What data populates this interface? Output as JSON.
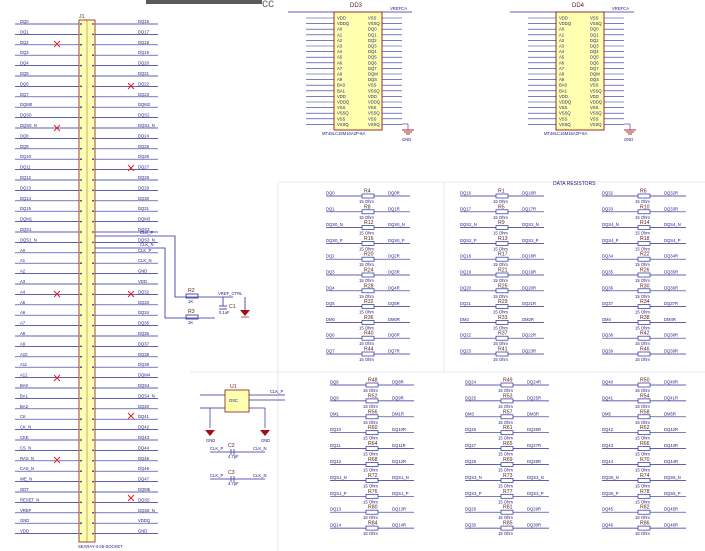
{
  "title_bar": {
    "partial_text": "cc"
  },
  "colors": {
    "wire": "#2a2a9a",
    "part_fill": "#ffffb0",
    "part_outline": "#8b1a1a",
    "no_connect": "#e02020",
    "gnd": "#a01010",
    "background": "#ffffff"
  },
  "connector": {
    "ref": "J1",
    "part": "SEARAY-4-25-SOCKET"
  },
  "memories": [
    {
      "ref": "DD3",
      "part": "MT48LC16M16A2P-6A",
      "vref": "VREFCA",
      "gnd": "GND"
    },
    {
      "ref": "DD4",
      "part": "MT48LC16M16A2P-6A",
      "vref": "VREFCA",
      "gnd": "GND"
    }
  ],
  "osc": {
    "ref": "U1",
    "part": "OSC",
    "gnd_label": "GND"
  },
  "section_title": "DATA RESISTORS",
  "resistor_value": "15 Ohm",
  "left_nets": [
    "DQ0",
    "DQ1",
    "DQ2",
    "DQ3",
    "DQ4",
    "DQ5",
    "DQ6",
    "DQ7",
    "DQM0",
    "DQS0",
    "DQS0_N",
    "DQ8",
    "DQ9",
    "DQ10",
    "DQ11",
    "DQ12",
    "DQ13",
    "DQ14",
    "DQ15",
    "DQM1",
    "DQS1",
    "DQS1_N",
    "A0",
    "A1",
    "A2",
    "A3",
    "A4",
    "A5",
    "A6",
    "A7",
    "A8",
    "A9",
    "A10",
    "A11",
    "A12",
    "BA0",
    "BA1",
    "BA2",
    "CK",
    "CK_N",
    "CKE",
    "CS_N",
    "RAS_N",
    "CAS_N",
    "WE_N",
    "ODT",
    "RESET_N",
    "VREF",
    "GND",
    "VDD"
  ],
  "right_nets": [
    "DQ16",
    "DQ17",
    "DQ18",
    "DQ19",
    "DQ20",
    "DQ21",
    "DQ22",
    "DQ23",
    "DQM2",
    "DQS2",
    "DQS2_N",
    "DQ24",
    "DQ25",
    "DQ26",
    "DQ27",
    "DQ28",
    "DQ29",
    "DQ30",
    "DQ31",
    "DQM3",
    "DQS3",
    "DQS3_N",
    "CLK_P",
    "CLK_N",
    "GND",
    "VDD",
    "DQ32",
    "DQ33",
    "DQ34",
    "DQ35",
    "DQ36",
    "DQ37",
    "DQ38",
    "DQ39",
    "DQM4",
    "DQS4",
    "DQS4_N",
    "DQ40",
    "DQ41",
    "DQ42",
    "DQ43",
    "DQ44",
    "DQ45",
    "DQ46",
    "DQ47",
    "DQM5",
    "DQS5",
    "DQS5_N",
    "VDDQ",
    "GND"
  ],
  "mem_pins_left": [
    "VDD",
    "VDDQ",
    "A0",
    "A1",
    "A2",
    "A3",
    "A4",
    "A5",
    "A6",
    "A7",
    "A8",
    "A9",
    "BA0",
    "BA1",
    "VDD",
    "VDDQ",
    "VSS",
    "VSSQ",
    "VSS",
    "VSSQ"
  ],
  "mem_pins_right": [
    "VSS",
    "VSSQ",
    "DQ0",
    "DQ1",
    "DQ2",
    "DQ3",
    "DQ4",
    "DQ5",
    "DQ6",
    "DQ7",
    "DQM",
    "DQS",
    "VSS",
    "VSSQ",
    "VDD",
    "VDDQ",
    "VSS",
    "VSSQ",
    "VSS",
    "VSSQ"
  ],
  "resistor_block_1": {
    "rows": [
      {
        "in": "DQ0",
        "ref": "R4",
        "out": "DQ0R"
      },
      {
        "in": "DQ1",
        "ref": "R8",
        "out": "DQ1R"
      },
      {
        "in": "DQS0_N",
        "ref": "R12",
        "out": "DQS0_N"
      },
      {
        "in": "DQS0_P",
        "ref": "R16",
        "out": "DQS0_P"
      },
      {
        "in": "DQ2",
        "ref": "R20",
        "out": "DQ2R"
      },
      {
        "in": "DQ3",
        "ref": "R24",
        "out": "DQ3R"
      },
      {
        "in": "DQ4",
        "ref": "R28",
        "out": "DQ4R"
      },
      {
        "in": "DQ5",
        "ref": "R32",
        "out": "DQ5R"
      },
      {
        "in": "DM0",
        "ref": "R36",
        "out": "DM0R"
      },
      {
        "in": "DQ6",
        "ref": "R40",
        "out": "DQ6R"
      },
      {
        "in": "DQ7",
        "ref": "R44",
        "out": "DQ7R"
      }
    ]
  },
  "resistor_block_2": {
    "rows": [
      {
        "in": "DQ16",
        "ref": "R1",
        "out": "DQ16R"
      },
      {
        "in": "DQ17",
        "ref": "R5",
        "out": "DQ17R"
      },
      {
        "in": "DQS2_N",
        "ref": "R9",
        "out": "DQS2_N"
      },
      {
        "in": "DQS2_P",
        "ref": "R13",
        "out": "DQS2_P"
      },
      {
        "in": "DQ18",
        "ref": "R17",
        "out": "DQ18R"
      },
      {
        "in": "DQ19",
        "ref": "R21",
        "out": "DQ19R"
      },
      {
        "in": "DQ20",
        "ref": "R25",
        "out": "DQ20R"
      },
      {
        "in": "DQ21",
        "ref": "R29",
        "out": "DQ21R"
      },
      {
        "in": "DM2",
        "ref": "R33",
        "out": "DM2R"
      },
      {
        "in": "DQ22",
        "ref": "R37",
        "out": "DQ22R"
      },
      {
        "in": "DQ23",
        "ref": "R41",
        "out": "DQ23R"
      }
    ]
  },
  "resistor_block_3": {
    "rows": [
      {
        "in": "DQ32",
        "ref": "R6",
        "out": "DQ32R"
      },
      {
        "in": "DQ33",
        "ref": "R10",
        "out": "DQ33R"
      },
      {
        "in": "DQS4_N",
        "ref": "R14",
        "out": "DQS4_N"
      },
      {
        "in": "DQS4_P",
        "ref": "R18",
        "out": "DQS4_P"
      },
      {
        "in": "DQ34",
        "ref": "R22",
        "out": "DQ34R"
      },
      {
        "in": "DQ35",
        "ref": "R26",
        "out": "DQ35R"
      },
      {
        "in": "DQ36",
        "ref": "R30",
        "out": "DQ36R"
      },
      {
        "in": "DQ37",
        "ref": "R34",
        "out": "DQ37R"
      },
      {
        "in": "DM4",
        "ref": "R38",
        "out": "DM4R"
      },
      {
        "in": "DQ38",
        "ref": "R42",
        "out": "DQ38R"
      },
      {
        "in": "DQ39",
        "ref": "R46",
        "out": "DQ39R"
      }
    ]
  },
  "resistor_block_4": {
    "rows": [
      {
        "in": "DQ8",
        "ref": "R48",
        "out": "DQ8R"
      },
      {
        "in": "DQ9",
        "ref": "R52",
        "out": "DQ9R"
      },
      {
        "in": "DM1",
        "ref": "R56",
        "out": "DM1R"
      },
      {
        "in": "DQ10",
        "ref": "R60",
        "out": "DQ10R"
      },
      {
        "in": "DQ11",
        "ref": "R64",
        "out": "DQ11R"
      },
      {
        "in": "DQ12",
        "ref": "R68",
        "out": "DQ12R"
      },
      {
        "in": "DQS1_N",
        "ref": "R72",
        "out": "DQS1_N"
      },
      {
        "in": "DQS1_P",
        "ref": "R76",
        "out": "DQS1_P"
      },
      {
        "in": "DQ13",
        "ref": "R80",
        "out": "DQ13R"
      },
      {
        "in": "DQ14",
        "ref": "R84",
        "out": "DQ14R"
      }
    ]
  },
  "resistor_block_5": {
    "rows": [
      {
        "in": "DQ24",
        "ref": "R49",
        "out": "DQ24R"
      },
      {
        "in": "DQ25",
        "ref": "R53",
        "out": "DQ25R"
      },
      {
        "in": "DM3",
        "ref": "R57",
        "out": "DM3R"
      },
      {
        "in": "DQ26",
        "ref": "R61",
        "out": "DQ26R"
      },
      {
        "in": "DQ27",
        "ref": "R65",
        "out": "DQ27R"
      },
      {
        "in": "DQ28",
        "ref": "R69",
        "out": "DQ28R"
      },
      {
        "in": "DQS3_N",
        "ref": "R73",
        "out": "DQS3_N"
      },
      {
        "in": "DQS3_P",
        "ref": "R77",
        "out": "DQS3_P"
      },
      {
        "in": "DQ29",
        "ref": "R81",
        "out": "DQ29R"
      },
      {
        "in": "DQ30",
        "ref": "R85",
        "out": "DQ30R"
      }
    ]
  },
  "resistor_block_6": {
    "rows": [
      {
        "in": "DQ40",
        "ref": "R50",
        "out": "DQ40R"
      },
      {
        "in": "DQ41",
        "ref": "R54",
        "out": "DQ41R"
      },
      {
        "in": "DM5",
        "ref": "R58",
        "out": "DM5R"
      },
      {
        "in": "DQ42",
        "ref": "R62",
        "out": "DQ42R"
      },
      {
        "in": "DQ43",
        "ref": "R66",
        "out": "DQ43R"
      },
      {
        "in": "DQ44",
        "ref": "R70",
        "out": "DQ44R"
      },
      {
        "in": "DQS5_N",
        "ref": "R74",
        "out": "DQS5_N"
      },
      {
        "in": "DQS5_P",
        "ref": "R78",
        "out": "DQS5_P"
      },
      {
        "in": "DQ45",
        "ref": "R82",
        "out": "DQ45R"
      },
      {
        "in": "DQ46",
        "ref": "R86",
        "out": "DQ46R"
      }
    ]
  },
  "misc": {
    "clk_label": "CLK_P",
    "clk_n_label": "CLK_N",
    "r_pullup_ref": "R2",
    "r_pulldown_ref": "R3",
    "r_value": "1K",
    "cap_ref": "C1",
    "cap_value": "0.1uF",
    "vref_label": "VREF_CTRL",
    "osc_out": "CLK_P",
    "osc_net_1": "CLK_P",
    "osc_net_2": "CLK_N",
    "c2_ref": "C2",
    "c3_ref": "C3",
    "c_value": "4.7pF"
  }
}
